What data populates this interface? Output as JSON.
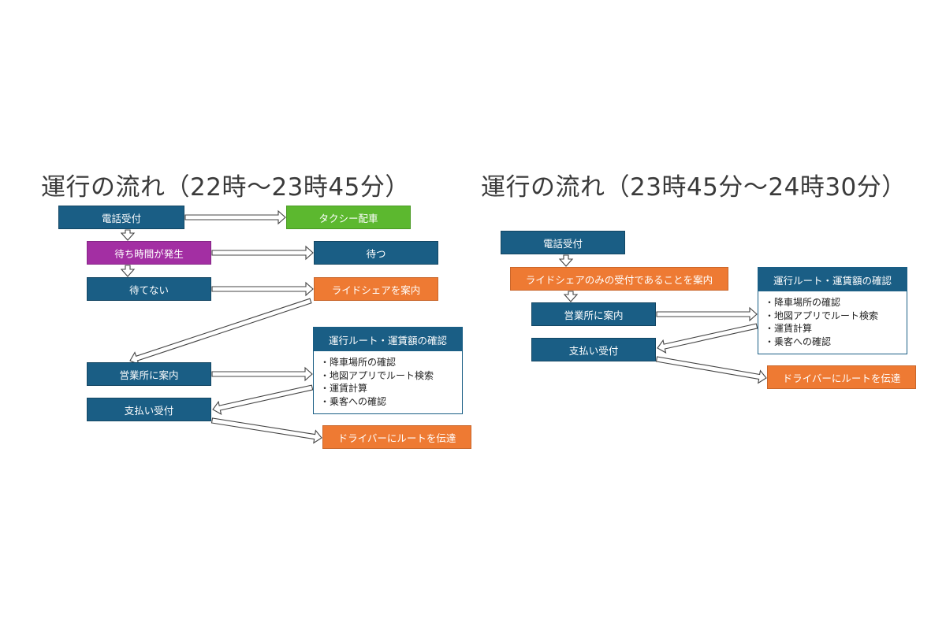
{
  "colors": {
    "blue": "#1a5e85",
    "orange": "#ee7a33",
    "green": "#5cb82f",
    "purple": "#a32fa3"
  },
  "left": {
    "title": "運行の流れ（22時〜23時45分）",
    "reception": "電話受付",
    "taxi_dispatch": "タクシー配車",
    "wait_occurs": "待ち時間が発生",
    "wait": "待つ",
    "cannot_wait": "待てない",
    "guide_rideshare": "ライドシェアを案内",
    "guide_office": "営業所に案内",
    "payment": "支払い受付",
    "tell_driver": "ドライバーにルートを伝達",
    "info_title": "運行ルート・運賃額の確認",
    "info_items": [
      "・降車場所の確認",
      "・地図アプリでルート検索",
      "・運賃計算",
      "・乗客への確認"
    ]
  },
  "right": {
    "title": "運行の流れ（23時45分〜24時30分）",
    "reception": "電話受付",
    "guide_rideshare_only": "ライドシェアのみの受付であることを案内",
    "guide_office": "営業所に案内",
    "payment": "支払い受付",
    "tell_driver": "ドライバーにルートを伝達",
    "info_title": "運行ルート・運賃額の確認",
    "info_items": [
      "・降車場所の確認",
      "・地図アプリでルート検索",
      "・運賃計算",
      "・乗客への確認"
    ]
  }
}
